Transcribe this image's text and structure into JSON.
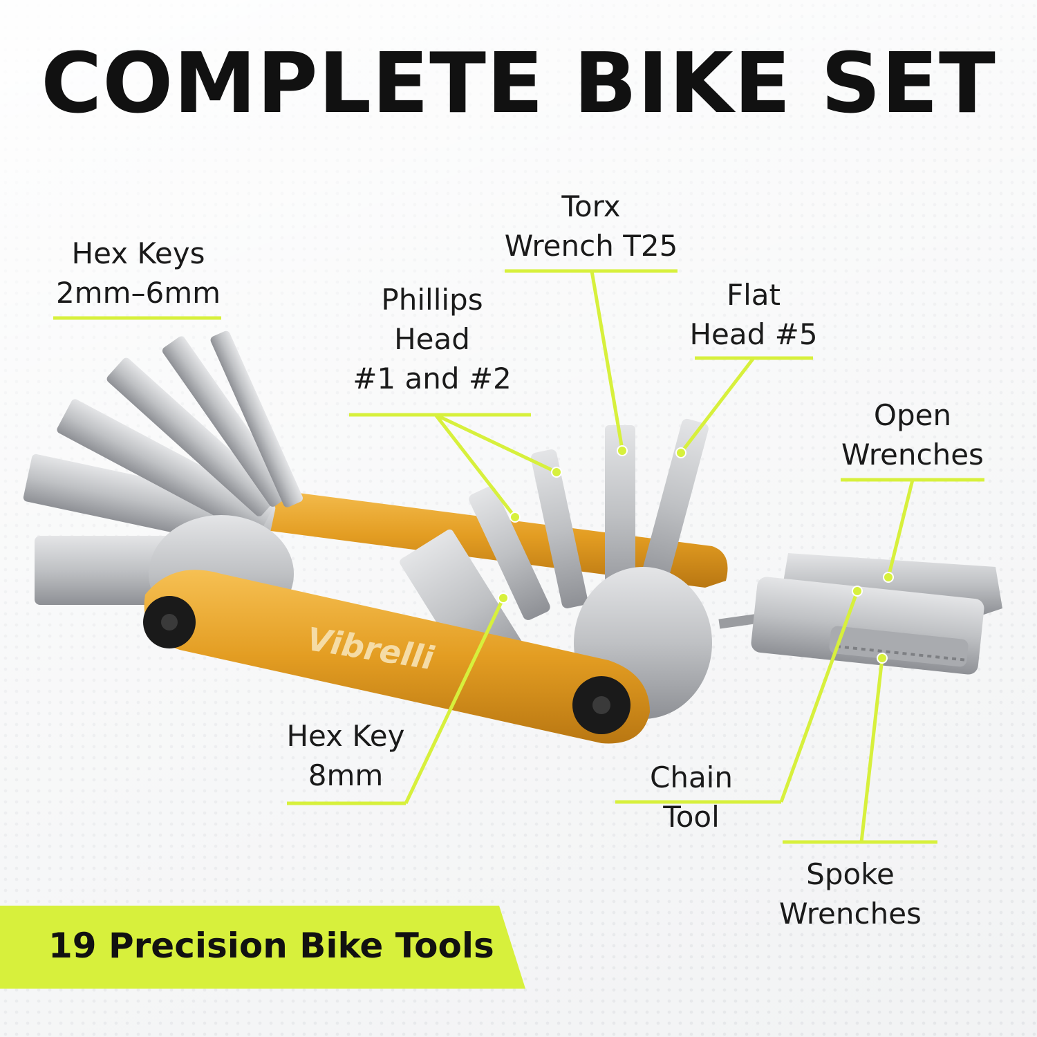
{
  "headline": "COMPLETE BIKE SET",
  "brand": "Vibrelli",
  "accent_color": "#d7f03c",
  "tool_colors": {
    "body": "#e9a52a",
    "steel": "#c7c9cc",
    "bolt": "#1a1a1a"
  },
  "labels": {
    "hex_keys": [
      "Hex Keys",
      "2mm–6mm"
    ],
    "torx": [
      "Torx",
      "Wrench T25"
    ],
    "phillips": [
      "Phillips",
      "Head",
      "#1 and #2"
    ],
    "flat_head": [
      "Flat",
      "Head #5"
    ],
    "open_wrenches": [
      "Open",
      "Wrenches"
    ],
    "hex_key_8": [
      "Hex Key",
      "8mm"
    ],
    "chain_tool": [
      "Chain",
      "Tool"
    ],
    "spoke_wrenches": [
      "Spoke",
      "Wrenches"
    ]
  },
  "banner": "19 Precision Bike Tools"
}
